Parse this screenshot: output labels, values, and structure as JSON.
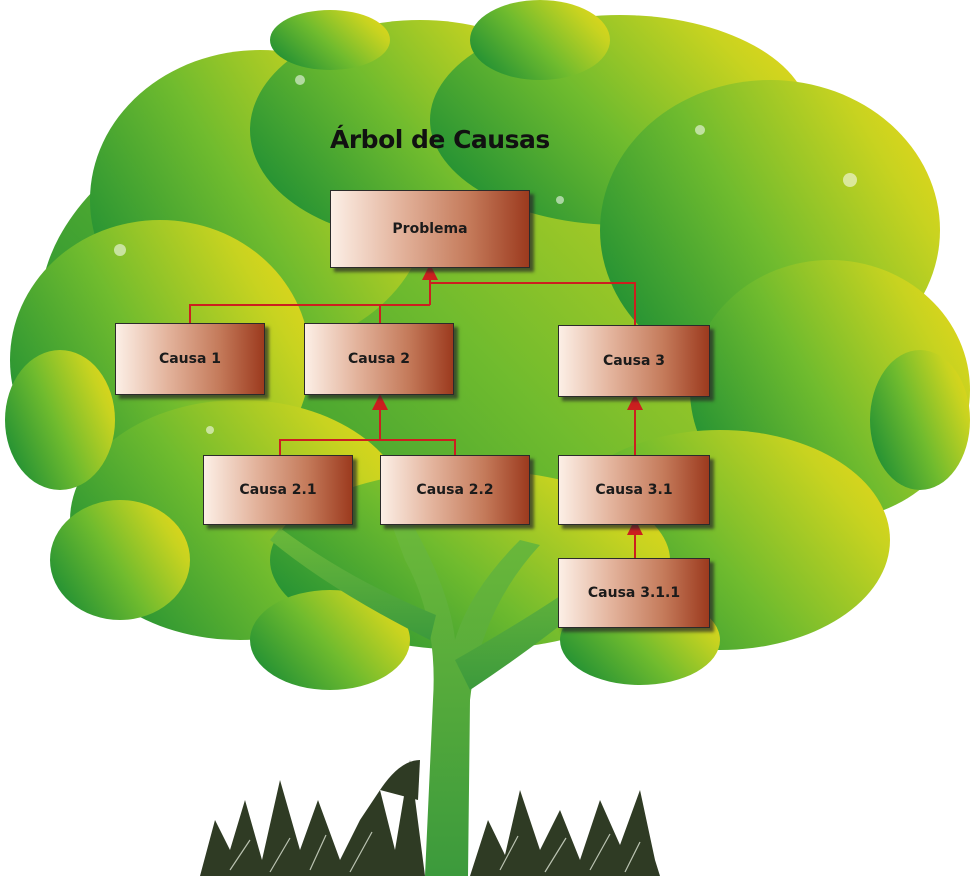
{
  "title": "Árbol de Causas",
  "nodes": {
    "problem": "Problema",
    "cause1": "Causa 1",
    "cause2": "Causa 2",
    "cause3": "Causa 3",
    "cause2_1": "Causa 2.1",
    "cause2_2": "Causa 2.2",
    "cause3_1": "Causa 3.1",
    "cause3_1_1": "Causa 3.1.1"
  },
  "colors": {
    "canopy_left": "#2a9433",
    "canopy_mid": "#7cbd2b",
    "canopy_right": "#d8d71c",
    "trunk": "#4aa03c",
    "grass": "#2e3d22",
    "connector": "#cc1f1f"
  }
}
